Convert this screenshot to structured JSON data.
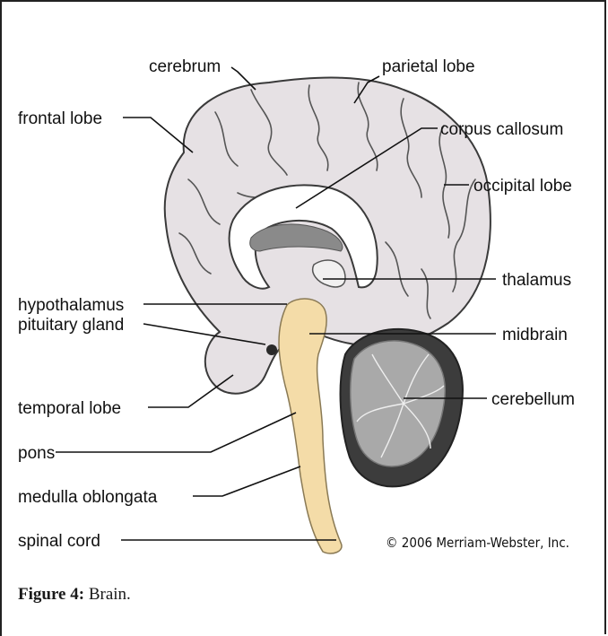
{
  "labels": {
    "cerebrum": "cerebrum",
    "parietal_lobe": "parietal lobe",
    "frontal_lobe": "frontal lobe",
    "corpus_callosum": "corpus callosum",
    "occipital_lobe": "occipital lobe",
    "thalamus": "thalamus",
    "hypothalamus": "hypothalamus",
    "pituitary_gland": "pituitary gland",
    "midbrain": "midbrain",
    "temporal_lobe": "temporal lobe",
    "cerebellum": "cerebellum",
    "pons": "pons",
    "medulla_oblongata": "medulla oblongata",
    "spinal_cord": "spinal cord"
  },
  "copyright": "© 2006 Merriam-Webster, Inc.",
  "caption": {
    "prefix": "Figure 4:",
    "text": " Brain."
  },
  "colors": {
    "cerebrum": "#e6e1e4",
    "cerebrum_outline": "#3a3a3a",
    "brainstem": "#f4dca8",
    "cerebellum_outer": "#3c3c3c",
    "cerebellum_inner": "#a9a9a9",
    "ventricle": "#8a8a8a",
    "leader_line": "#111111"
  }
}
